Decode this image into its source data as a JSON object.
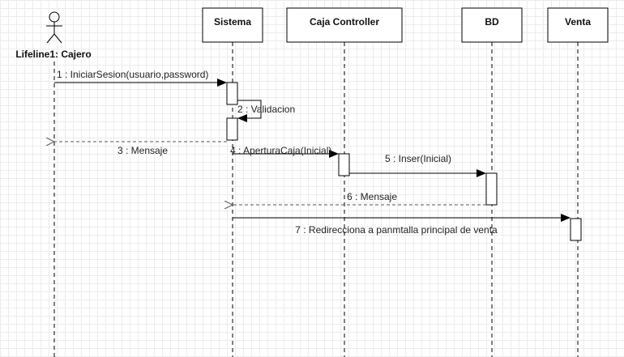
{
  "actor": {
    "name": "Lifeline1: Cajero"
  },
  "lifelines": [
    {
      "id": "sistema",
      "name": "Sistema"
    },
    {
      "id": "caja",
      "name": "Caja Controller"
    },
    {
      "id": "bd",
      "name": "BD"
    },
    {
      "id": "venta",
      "name": "Venta"
    }
  ],
  "messages": [
    {
      "label": "1 : IniciarSesion(usuario,password)",
      "from": "cajero",
      "to": "sistema",
      "kind": "sync"
    },
    {
      "label": "2 : Validacion",
      "from": "sistema",
      "to": "sistema",
      "kind": "self"
    },
    {
      "label": "3 : Mensaje",
      "from": "sistema",
      "to": "cajero",
      "kind": "return"
    },
    {
      "label": "4 : AperturaCaja(Inicial)",
      "from": "sistema",
      "to": "caja",
      "kind": "sync"
    },
    {
      "label": "5 : Inser(Inicial)",
      "from": "caja",
      "to": "bd",
      "kind": "sync"
    },
    {
      "label": "6 : Mensaje",
      "from": "bd",
      "to": "sistema",
      "kind": "return"
    },
    {
      "label": "7 : Redirecciona a panmtalla principal de venta",
      "from": "sistema",
      "to": "venta",
      "kind": "sync"
    }
  ],
  "colors": {
    "line": "#000000",
    "return_line": "#555555",
    "box_fill": "#ffffff"
  }
}
